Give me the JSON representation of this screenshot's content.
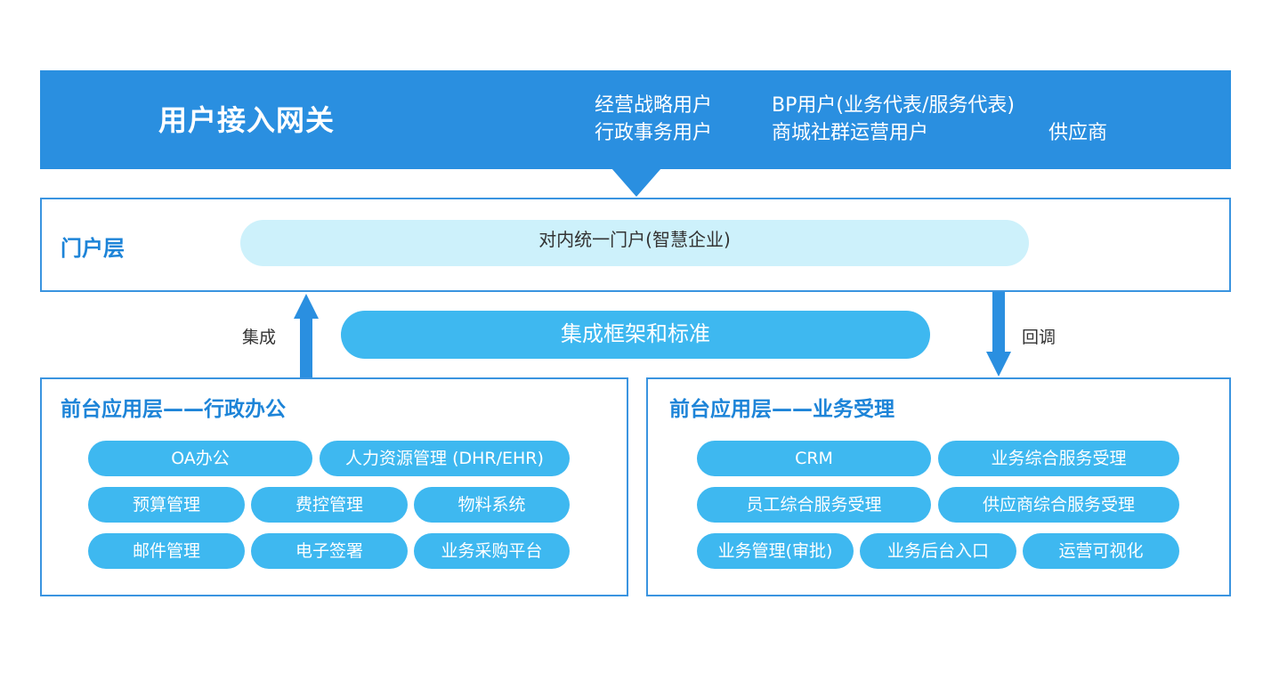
{
  "gateway": {
    "title": "用户接入网关",
    "users": [
      "经营战略用户",
      "BP用户(业务代表/服务代表)",
      "行政事务用户",
      "商城社群运营用户",
      "供应商"
    ]
  },
  "portal": {
    "label": "门户层",
    "item": "对内统一门户(智慧企业)"
  },
  "integration": {
    "title": "集成框架和标准",
    "integrate_label": "集成",
    "callback_label": "回调"
  },
  "admin_layer": {
    "title": "前台应用层——行政办公",
    "items": [
      "OA办公",
      "人力资源管理 (DHR/EHR)",
      "预算管理",
      "费控管理",
      "物料系统",
      "邮件管理",
      "电子签署",
      "业务采购平台"
    ]
  },
  "business_layer": {
    "title": "前台应用层——业务受理",
    "items": [
      "CRM",
      "业务综合服务受理",
      "员工综合服务受理",
      "供应商综合服务受理",
      "业务管理(审批)",
      "业务后台入口",
      "运营可视化"
    ]
  },
  "colors": {
    "banner": "#2a8fe0",
    "pill": "#3eb8f0",
    "portal_pill": "#cdf1fb",
    "label_blue": "#1d84d8"
  }
}
